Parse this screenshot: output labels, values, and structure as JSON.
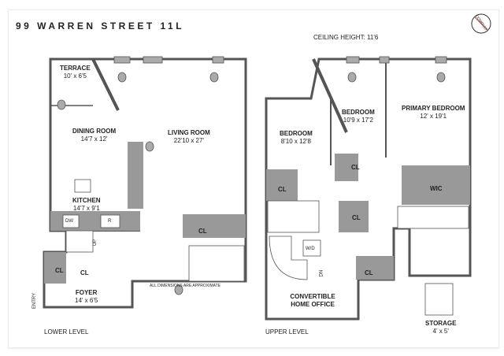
{
  "title": "99 WARREN STREET 11L",
  "ceiling_height": "CEILING HEIGHT: 11'6",
  "compass_label": "COMPASS",
  "disclaimer": "ALL DIMENSIONS ARE APPROXIMATE",
  "lower_level": {
    "label": "LOWER LEVEL",
    "rooms": [
      {
        "name": "TERRACE",
        "dims": "10' x 6'5"
      },
      {
        "name": "DINING ROOM",
        "dims": "14'7 x 12'"
      },
      {
        "name": "LIVING ROOM",
        "dims": "22'10 x 27'"
      },
      {
        "name": "KITCHEN",
        "dims": "14'7 x 9'1"
      },
      {
        "name": "FOYER",
        "dims": "14' x 6'5"
      }
    ],
    "closets": [
      "CL",
      "CL",
      "CL"
    ],
    "appliances": {
      "dw": "DW",
      "r": "R"
    },
    "stair": "UP",
    "entry": "ENTRY"
  },
  "upper_level": {
    "label": "UPPER LEVEL",
    "rooms": [
      {
        "name": "BEDROOM",
        "dims": "8'10 x 12'8"
      },
      {
        "name": "BEDROOM",
        "dims": "10'9 x 17'2"
      },
      {
        "name": "PRIMARY BEDROOM",
        "dims": "12' x 19'1"
      },
      {
        "name": "CONVERTIBLE HOME OFFICE",
        "dims": ""
      },
      {
        "name": "STORAGE",
        "dims": "4' x 5'"
      }
    ],
    "closets": [
      "CL",
      "CL",
      "CL",
      "CL"
    ],
    "wic": "WIC",
    "wd": "W/D",
    "stair": "DN"
  }
}
